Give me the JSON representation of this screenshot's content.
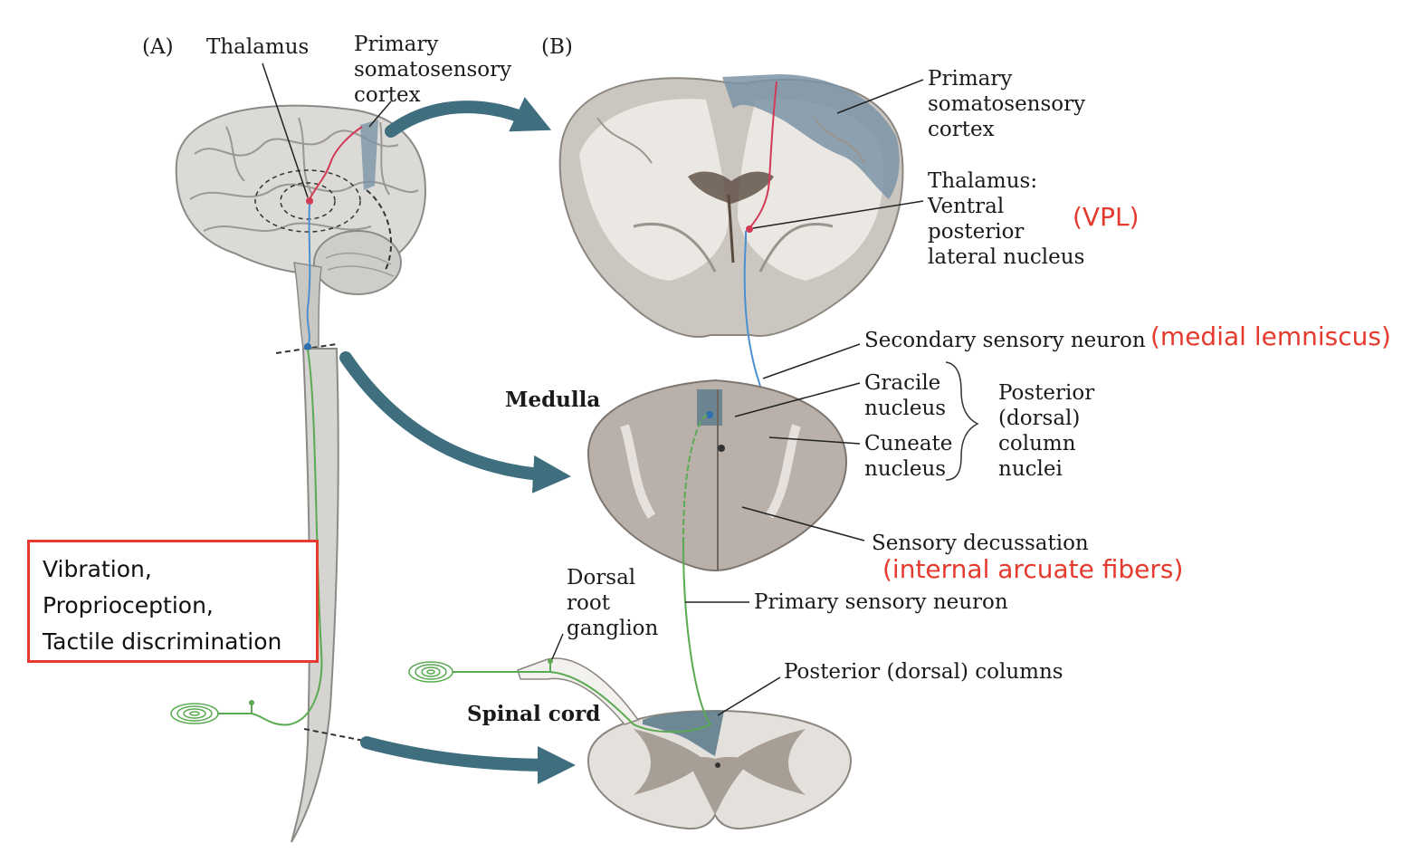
{
  "panels": {
    "a": "(A)",
    "b": "(B)"
  },
  "labels": {
    "thalamus_a": "Thalamus",
    "psc_a": [
      "Primary",
      "somatosensory",
      "cortex"
    ],
    "psc_b": [
      "Primary",
      "somatosensory",
      "cortex"
    ],
    "thalamus_b": [
      "Thalamus:",
      "Ventral",
      "posterior",
      "lateral nucleus"
    ],
    "secondary": "Secondary sensory neuron",
    "medulla": "Medulla",
    "gracile": [
      "Gracile",
      "nucleus"
    ],
    "cuneate": [
      "Cuneate",
      "nucleus"
    ],
    "column_nuclei": [
      "Posterior",
      "(dorsal)",
      "column",
      "nuclei"
    ],
    "decussation": "Sensory decussation",
    "drg": [
      "Dorsal",
      "root",
      "ganglion"
    ],
    "primary": "Primary sensory neuron",
    "spinal_cord": "Spinal cord",
    "dorsal_columns": "Posterior (dorsal) columns"
  },
  "annotations": {
    "vpl": "(VPL)",
    "medial_lemniscus": "(medial lemniscus)",
    "arcuate": "(internal arcuate fibers)"
  },
  "modalities": [
    "Vibration,",
    "Proprioception,",
    "Tactile discrimination"
  ],
  "colors": {
    "arrow": "#3f6f7f",
    "primary_neuron": "#5aaa52",
    "secondary_neuron": "#4a90d0",
    "tertiary_neuron": "#d23a55",
    "cortex_highlight": "#7b93a6",
    "annotation": "#e53a2e"
  }
}
